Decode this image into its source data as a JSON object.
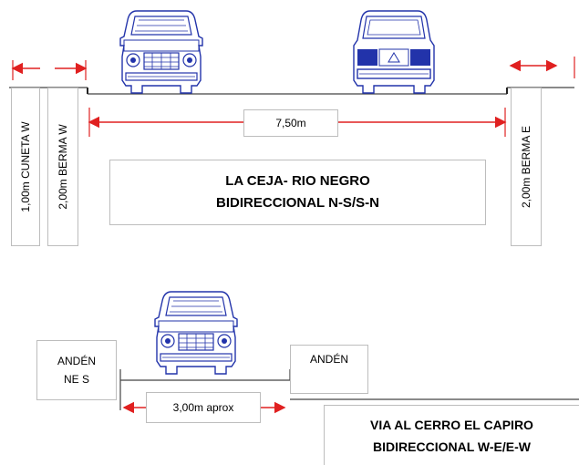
{
  "top_section": {
    "width_label": "7,50m",
    "left_labels": [
      "1,00m CUNETA W",
      "2,00m BERMA W"
    ],
    "right_label": "2,00m BERMA E",
    "title_line1": "LA CEJA- RIO NEGRO",
    "title_line2": "BIDIRECCIONAL N-S/S-N"
  },
  "bottom_section": {
    "left_label": "ANDÉN\nNE S",
    "right_label": "ANDÉN",
    "width_label": "3,00m aprox",
    "title_line1": "VIA AL CERRO EL CAPIRO",
    "title_line2": "BIDIRECCIONAL W-E/E-W"
  },
  "colors": {
    "dimension": "#e02020",
    "vehicle": "#2233aa",
    "road": "#444444"
  },
  "icons": [
    "car-front-icon",
    "car-rear-icon",
    "car-front-icon"
  ]
}
